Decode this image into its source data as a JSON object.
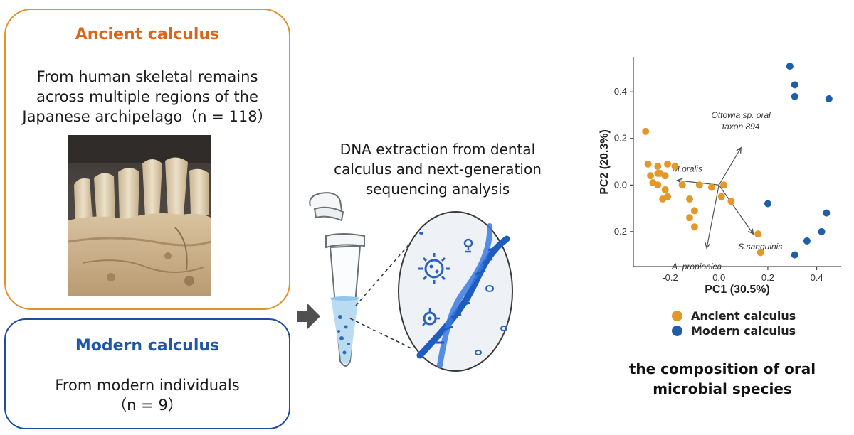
{
  "ancient": {
    "title": "Ancient calculus",
    "desc_lines": [
      "From human skeletal remains",
      "across multiple regions of the",
      "Japanese archipelago（n = 118）"
    ]
  },
  "modern": {
    "title": "Modern calculus",
    "desc_lines": [
      "From modern individuals",
      "（n = 9）"
    ]
  },
  "process": {
    "title_lines": [
      "DNA extraction from dental",
      "calculus and next-generation",
      "sequencing analysis"
    ]
  },
  "colors": {
    "ancient": "#e3992a",
    "modern": "#1f5fa8",
    "ancient_title": "#d9661d",
    "modern_title": "#1f57a6"
  },
  "icons": [
    "right-arrow-icon",
    "microtube-icon",
    "dna-helix-icon",
    "virus-icon",
    "bacteria-icon"
  ],
  "chart_data": {
    "type": "scatter",
    "xlabel": "PC1 (30.5%)",
    "ylabel": "PC2 (20.3%)",
    "xlim": [
      -0.35,
      0.5
    ],
    "ylim": [
      -0.35,
      0.55
    ],
    "xticks": [
      "-0.2",
      "0.0",
      "0.2",
      "0.4"
    ],
    "xtick_values": [
      -0.2,
      0.0,
      0.2,
      0.4
    ],
    "yticks": [
      "0.4",
      "0.2",
      "0.0",
      "-0.2"
    ],
    "ytick_values": [
      0.4,
      0.2,
      0.0,
      -0.2
    ],
    "grid": false,
    "legend_position": "bottom",
    "series": [
      {
        "name": "Ancient calculus",
        "points": [
          [
            -0.3,
            0.23
          ],
          [
            -0.29,
            0.09
          ],
          [
            -0.28,
            0.04
          ],
          [
            -0.25,
            0.08
          ],
          [
            -0.25,
            0.05
          ],
          [
            -0.24,
            0.05
          ],
          [
            -0.22,
            0.04
          ],
          [
            -0.21,
            0.09
          ],
          [
            -0.18,
            0.08
          ],
          [
            -0.27,
            0.01
          ],
          [
            -0.25,
            0.0
          ],
          [
            -0.22,
            -0.02
          ],
          [
            -0.23,
            -0.06
          ],
          [
            -0.21,
            -0.05
          ],
          [
            -0.15,
            0.0
          ],
          [
            -0.08,
            0.0
          ],
          [
            -0.12,
            -0.06
          ],
          [
            -0.03,
            -0.01
          ],
          [
            0.02,
            0.0
          ],
          [
            0.01,
            -0.05
          ],
          [
            0.05,
            -0.07
          ],
          [
            -0.1,
            -0.11
          ],
          [
            -0.12,
            -0.14
          ],
          [
            -0.1,
            -0.18
          ],
          [
            0.16,
            -0.21
          ],
          [
            0.17,
            -0.29
          ]
        ]
      },
      {
        "name": "Modern calculus",
        "points": [
          [
            0.29,
            0.51
          ],
          [
            0.31,
            0.43
          ],
          [
            0.31,
            0.38
          ],
          [
            0.45,
            0.37
          ],
          [
            0.2,
            -0.08
          ],
          [
            0.44,
            -0.12
          ],
          [
            0.42,
            -0.2
          ],
          [
            0.36,
            -0.24
          ],
          [
            0.31,
            -0.3
          ]
        ]
      }
    ],
    "loadings": [
      {
        "label": "Ottowia sp. oral",
        "label2": "taxon 894",
        "x": 0.09,
        "y": 0.16
      },
      {
        "label": "M.oralis",
        "label2": "",
        "x": -0.17,
        "y": 0.02
      },
      {
        "label": "S.sanguinis",
        "label2": "",
        "x": 0.14,
        "y": -0.21
      },
      {
        "label": "A. propionica",
        "label2": "",
        "x": -0.05,
        "y": -0.27
      }
    ],
    "loading_origin": [
      0.0,
      0.0
    ]
  },
  "caption_lines": [
    "the composition of oral",
    "microbial species"
  ]
}
